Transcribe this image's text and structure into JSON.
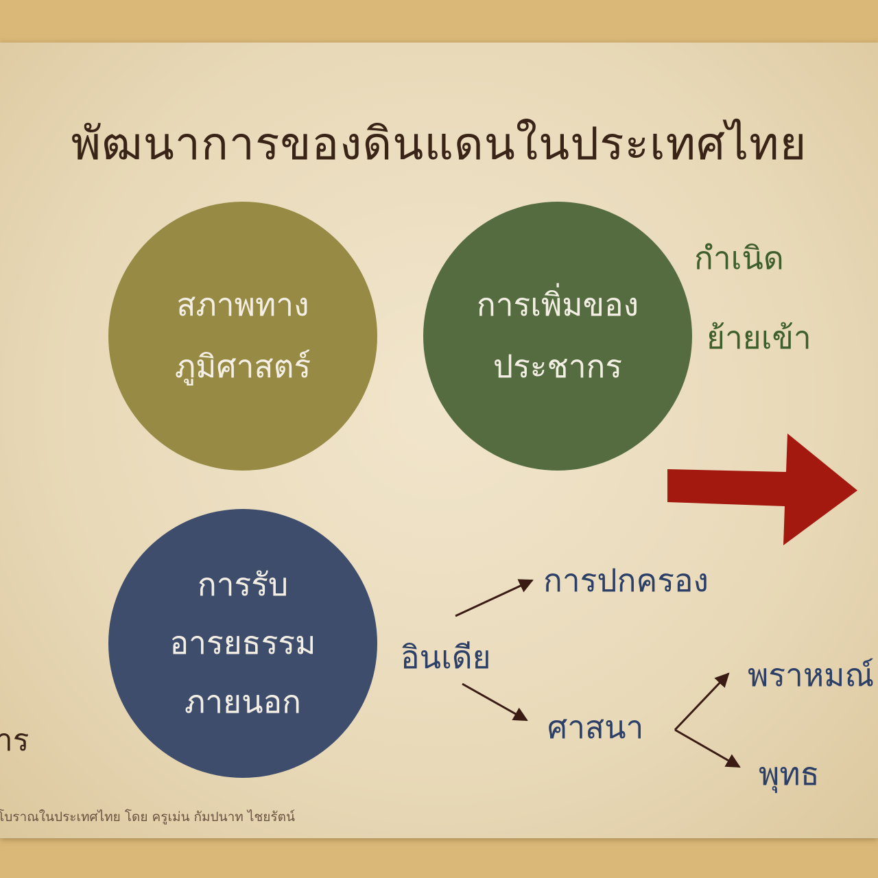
{
  "title": "พัฒนาการของดินแดนในประเทศไทย",
  "circles": {
    "geography": {
      "line1": "สภาพทาง",
      "line2": "ภูมิศาสตร์"
    },
    "population": {
      "line1": "การเพิ่มของ",
      "line2": "ประชากร"
    },
    "culture": {
      "line1": "การรับ",
      "line2": "อารยธรรม",
      "line3": "ภายนอก"
    }
  },
  "population_causes": {
    "birth": "กำเนิด",
    "migration": "ย้ายเข้า"
  },
  "culture_branch": {
    "source": "อินเดีย",
    "governance": "การปกครอง",
    "religion": "ศาสนา",
    "brahmin": "พราหมณ์",
    "buddhism": "พุทธ"
  },
  "left_fragment": "าร",
  "footer": "โบราณในประเทศไทย โดย ครูเม่น กัมปนาท ไชยรัตน์",
  "colors": {
    "geography_circle": "#968a45",
    "population_circle": "#546c40",
    "culture_circle": "#3f4d6c",
    "big_arrow": "#a3190f",
    "green_text": "#3e5f2c",
    "blue_text": "#2c3f66"
  }
}
